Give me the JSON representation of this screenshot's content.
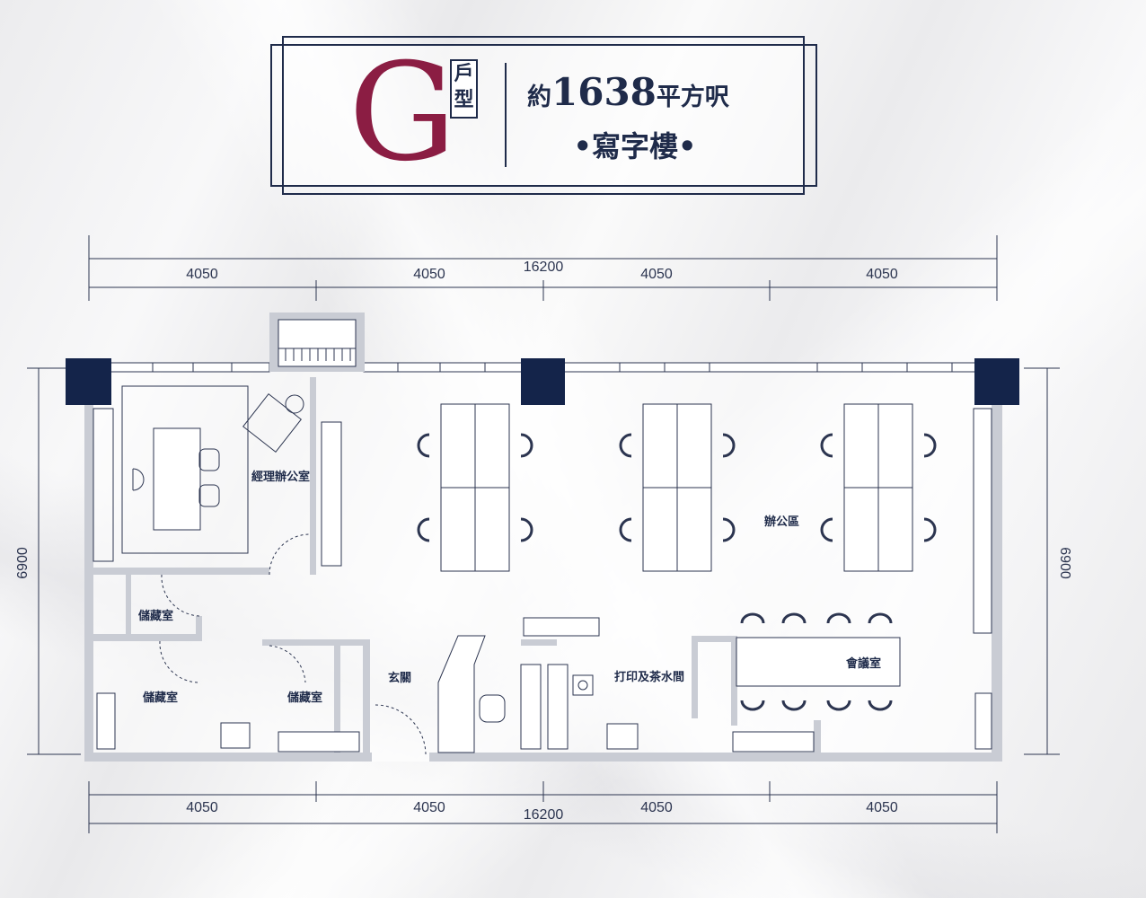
{
  "header": {
    "unit_letter": "G",
    "unit_type": "戶型",
    "area_prefix": "約",
    "area_value": "1638",
    "area_unit": "平方呎",
    "usage": "•寫字樓•"
  },
  "dimensions": {
    "top_segments": [
      "4050",
      "4050",
      "4050",
      "4050"
    ],
    "top_total": "16200",
    "bottom_segments": [
      "4050",
      "4050",
      "4050",
      "4050"
    ],
    "bottom_total": "16200",
    "left_depth": "6900",
    "right_depth": "6900"
  },
  "rooms": {
    "manager_office": "經理辦公室",
    "office_area": "辦公區",
    "storage_1": "儲藏室",
    "storage_2": "儲藏室",
    "storage_3": "儲藏室",
    "foyer": "玄關",
    "print_pantry": "打印及茶水間",
    "meeting_room": "會議室"
  },
  "colors": {
    "brand_burgundy": "#8b1d43",
    "navy": "#1f2b4a",
    "column": "#14244a",
    "wall": "#c9ccd4"
  }
}
